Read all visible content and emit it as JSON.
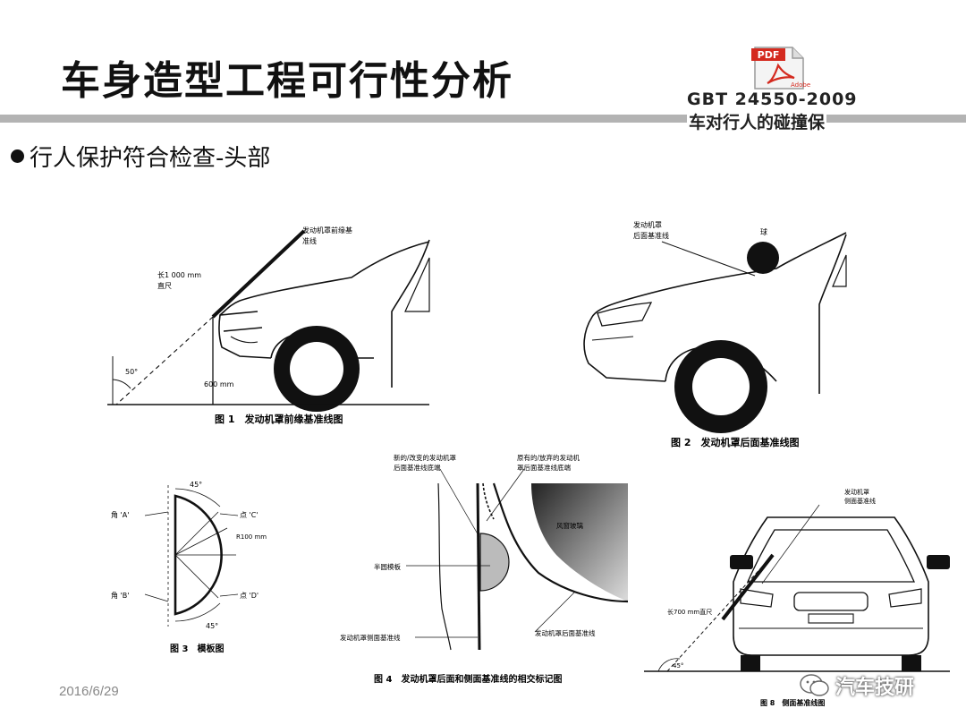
{
  "title": "车身造型工程可行性分析",
  "bullet": "行人保护符合检查-头部",
  "header_ref": {
    "pdf_label": "PDF",
    "adobe_label": "Adobe",
    "standard_code": "GBT 24550-2009",
    "standard_name": "车对行人的碰撞保"
  },
  "figure1": {
    "label_bonnet_edge": "发动机罩前缘基",
    "label_bonnet_edge_2": "准线",
    "label_rod": "长1 000 mm",
    "label_rod_2": "直尺",
    "label_angle": "50°",
    "label_height": "600 mm",
    "caption": "图 1　发动机罩前缘基准线图"
  },
  "figure2": {
    "label_ref_line": "发动机罩",
    "label_ref_line_2": "后面基准线",
    "label_ball": "球",
    "caption": "图 2　发动机罩后面基准线图"
  },
  "figure3": {
    "top_angle": "45°",
    "bottom_angle": "45°",
    "corner_a": "角 'A'",
    "corner_b": "角 'B'",
    "point_c": "点 'C'",
    "point_d": "点 'D'",
    "radius": "R100 mm",
    "caption": "图 3　模板图"
  },
  "figure4": {
    "label_new": "新的/改变的发动机罩",
    "label_new_2": "后面基准线底端",
    "label_old": "原有的/放弃的发动机",
    "label_old_2": "罩后面基准线底端",
    "label_windshield": "风窗玻璃",
    "label_template": "半圆模板",
    "label_side_line": "发动机罩侧面基准线",
    "label_rear_line": "发动机罩后面基准线",
    "caption": "图 4　发动机罩后面和侧面基准线的相交标记图"
  },
  "figure8": {
    "label_side_ref": "发动机罩",
    "label_side_ref_2": "侧面基准线",
    "label_rod": "长700 mm直尺",
    "label_angle": "45°",
    "caption": "图 8　侧面基准线图"
  },
  "date": "2016/6/29",
  "watermark": "汽车技研"
}
